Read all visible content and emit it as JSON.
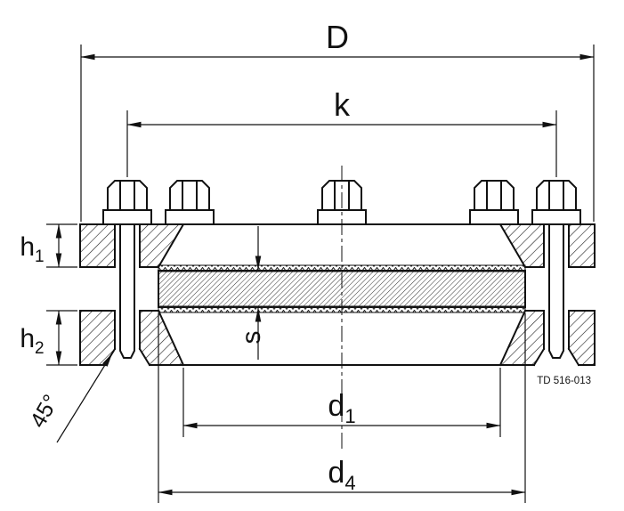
{
  "diagram": {
    "dimensions": {
      "D": "D",
      "k": "k",
      "h1": {
        "base": "h",
        "sub": "1"
      },
      "h2": {
        "base": "h",
        "sub": "2"
      },
      "s": "s",
      "angle": "45°",
      "d1": {
        "base": "d",
        "sub": "1"
      },
      "d4": {
        "base": "d",
        "sub": "4"
      }
    },
    "drawing_number": "TD 516-013",
    "colors": {
      "line": "#111111",
      "background": "#ffffff"
    }
  }
}
